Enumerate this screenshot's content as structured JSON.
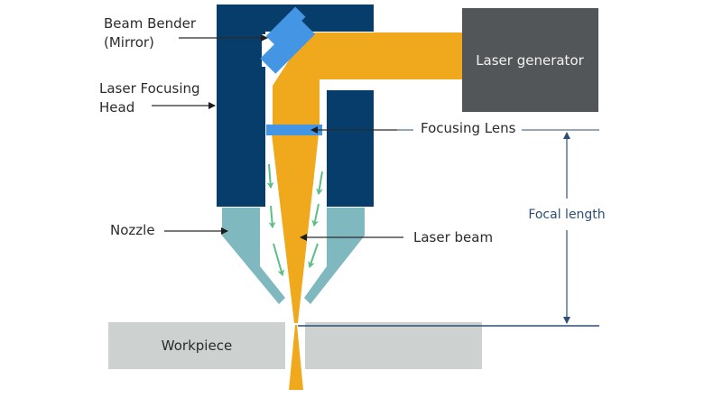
{
  "title": "Laser cutting head diagram",
  "labels": {
    "beam_bender_line1": "Beam Bender",
    "beam_bender_line2": "(Mirror)",
    "focusing_head_line1": "Laser Focusing",
    "focusing_head_line2": "Head",
    "nozzle": "Nozzle",
    "laser_generator": "Laser generator",
    "focusing_lens": "Focusing Lens",
    "laser_beam": "Laser beam",
    "focal_length": "Focal length",
    "workpiece": "Workpiece"
  },
  "colors": {
    "head": "#063d6b",
    "beam": "#f0a91c",
    "mirror": "#4496e4",
    "lens": "#4496e4",
    "nozzle": "#7fb8bf",
    "generator": "#535658",
    "workpiece": "#cdd2d1",
    "gas_arrows": "#5cbf86",
    "dimension": "#2e4f75",
    "leader": "#2b2b2b"
  }
}
